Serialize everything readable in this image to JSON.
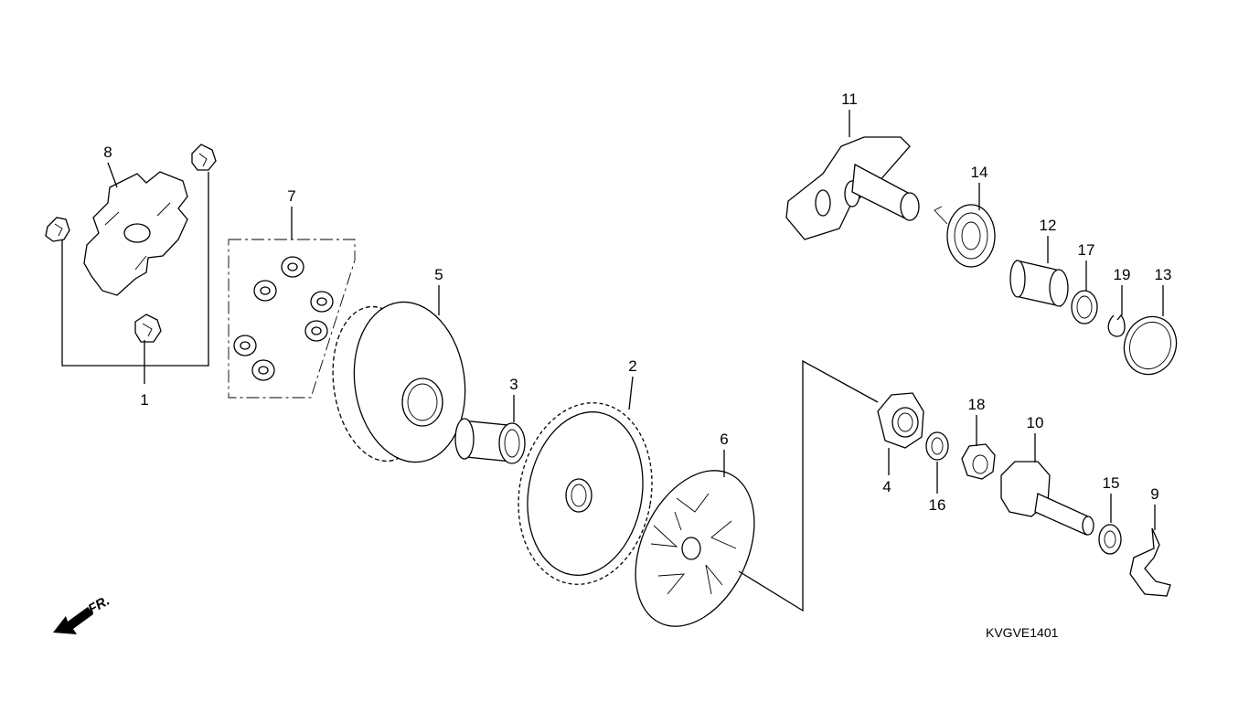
{
  "diagram": {
    "drawing_code": "KVGVE1401",
    "front_indicator": "FR.",
    "callouts": [
      {
        "id": "c1",
        "label": "1"
      },
      {
        "id": "c2",
        "label": "2"
      },
      {
        "id": "c3",
        "label": "3"
      },
      {
        "id": "c4",
        "label": "4"
      },
      {
        "id": "c5",
        "label": "5"
      },
      {
        "id": "c6",
        "label": "6"
      },
      {
        "id": "c7",
        "label": "7"
      },
      {
        "id": "c8",
        "label": "8"
      },
      {
        "id": "c9",
        "label": "9"
      },
      {
        "id": "c10",
        "label": "10"
      },
      {
        "id": "c11",
        "label": "11"
      },
      {
        "id": "c12",
        "label": "12"
      },
      {
        "id": "c13",
        "label": "13"
      },
      {
        "id": "c14",
        "label": "14"
      },
      {
        "id": "c15",
        "label": "15"
      },
      {
        "id": "c16",
        "label": "16"
      },
      {
        "id": "c17",
        "label": "17"
      },
      {
        "id": "c18",
        "label": "18"
      },
      {
        "id": "c19",
        "label": "19"
      }
    ],
    "style": {
      "ink": "#000000",
      "background": "#ffffff"
    }
  }
}
